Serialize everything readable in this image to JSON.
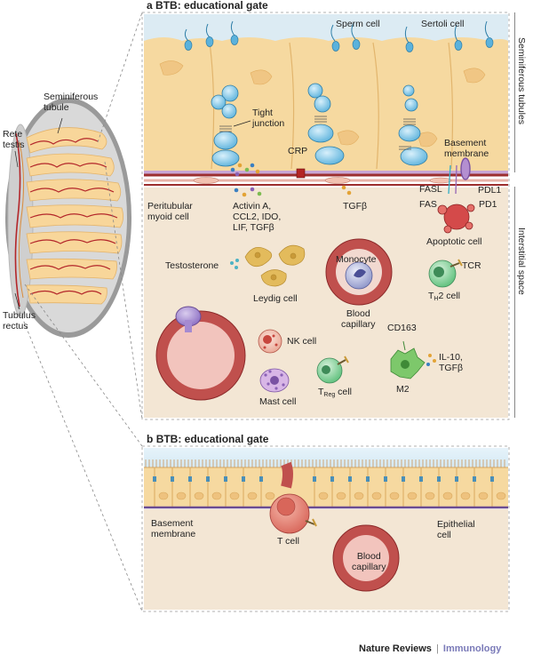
{
  "panel_a": {
    "letter": "a",
    "title": "BTB: educational gate"
  },
  "panel_b": {
    "letter": "b",
    "title": "BTB: educational gate"
  },
  "side_labels": {
    "seminiferous": "Seminiferous tubules",
    "interstitial": "Interstitial space"
  },
  "testis_labels": {
    "rete": "Rete\ntestis",
    "tubule": "Seminiferous\ntubule",
    "rectus": "Tubulus\nrectus"
  },
  "labels_a": {
    "sperm": "Sperm cell",
    "sertoli": "Sertoli cell",
    "tight": "Tight\njunction",
    "basement": "Basement\nmembrane",
    "crp": "CRP",
    "fasl": "FASL",
    "pdl1": "PDL1",
    "fas": "FAS",
    "pd1": "PD1",
    "peritubular": "Peritubular\nmyoid cell",
    "activin": "Activin A,\nCCL2, IDO,\nLIF, TGFβ",
    "tgfb": "TGFβ",
    "apoptotic": "Apoptotic cell",
    "testosterone": "Testosterone",
    "monocyte": "Monocyte",
    "leydig": "Leydig cell",
    "blood_cap": "Blood\ncapillary",
    "tcr": "TCR",
    "th2_main": "T",
    "th2_sub": "H",
    "th2_rest": "2 cell",
    "nk": "NK cell",
    "cd163": "CD163",
    "il10": "IL-10,\nTGFβ",
    "m2": "M2",
    "mast": "Mast cell",
    "treg_main": "T",
    "treg_sub": "Reg",
    "treg_rest": " cell"
  },
  "labels_b": {
    "basement": "Basement\nmembrane",
    "tcell": "T cell",
    "epithelial": "Epithelial\ncell",
    "blood_cap": "Blood\ncapillary"
  },
  "footer": {
    "journal": "Nature Reviews",
    "separator": "|",
    "section": "Immunology"
  },
  "colors": {
    "tubule_bg": "#f6d9a0",
    "interstitial_bg": "#f3e6d4",
    "lumen_blue": "#dcebf3",
    "germ_blue": "#5bb2dc",
    "capillary_red": "#c0504d",
    "membrane_red": "#9c2f2f",
    "basement_purple": "#6a4c93",
    "footer_accent": "#7a7ab8"
  }
}
